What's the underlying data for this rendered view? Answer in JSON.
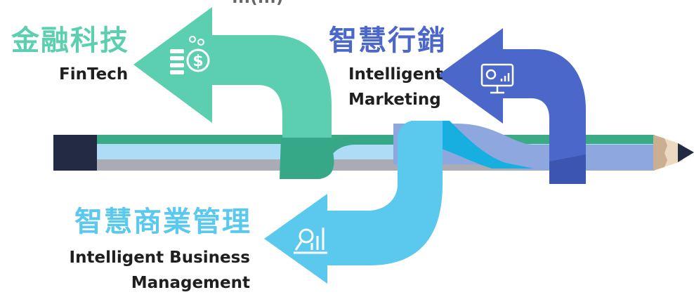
{
  "top_fragment": "...(...)",
  "fintech": {
    "title_zh": "金融科技",
    "title_en": "FinTech",
    "icon": "coins-dollar-icon",
    "color": "#5ccfb0",
    "dark": "#36a887"
  },
  "marketing": {
    "title_zh": "智慧行銷",
    "title_en_line1": "Intelligent",
    "title_en_line2": "Marketing",
    "icon": "monitor-chart-icon",
    "color": "#4a67c9",
    "dark": "#3b55b0"
  },
  "business": {
    "title_zh": "智慧商業管理",
    "title_en_line1": "Intelligent Business",
    "title_en_line2": "Management",
    "icon": "magnifier-bars-icon",
    "color": "#5bc8ee",
    "dark": "#17aee0"
  },
  "pencil": {
    "stripe_green": "#3aab84",
    "stripe_light": "#aedcf7",
    "stripe_gray": "#a9acb4",
    "cap": "#222a44"
  }
}
